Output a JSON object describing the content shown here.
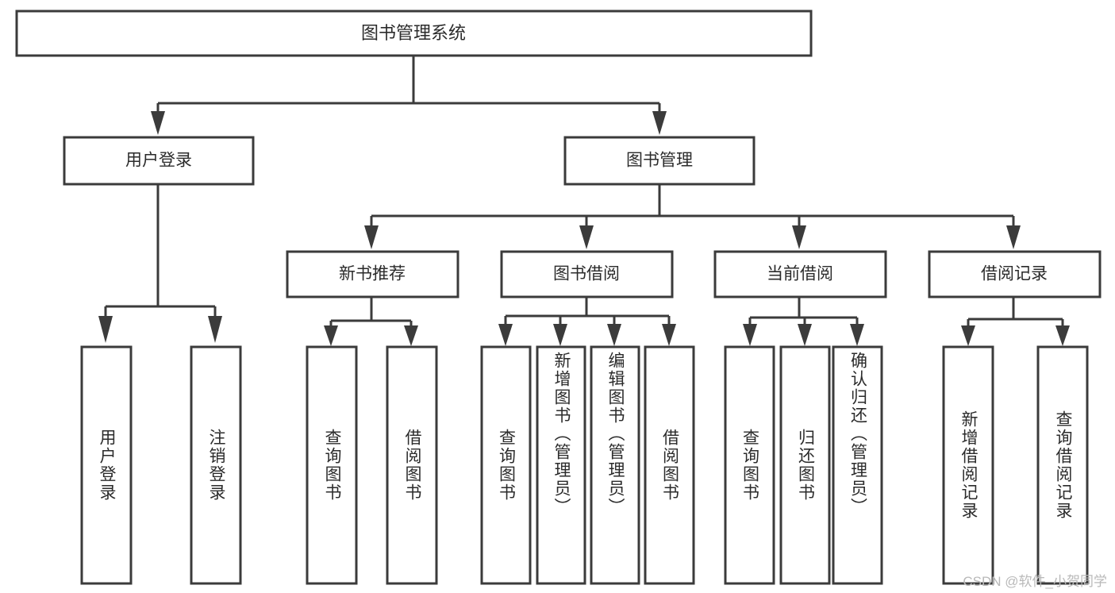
{
  "diagram": {
    "type": "tree-hierarchy",
    "title": "图书管理系统",
    "watermark": "CSDN @软件_小贺同学",
    "colors": {
      "stroke": "#3b3b3b",
      "box_fill": "#ffffff",
      "text": "#2b2b2b",
      "background": "#ffffff",
      "watermark": "#b9b9b9"
    },
    "root": {
      "label": "图书管理系统",
      "orientation": "horizontal"
    },
    "level2": [
      {
        "label": "用户登录",
        "orientation": "horizontal"
      },
      {
        "label": "图书管理",
        "orientation": "horizontal"
      }
    ],
    "level3": [
      {
        "label": "新书推荐",
        "orientation": "horizontal"
      },
      {
        "label": "图书借阅",
        "orientation": "horizontal"
      },
      {
        "label": "当前借阅",
        "orientation": "horizontal"
      },
      {
        "label": "借阅记录",
        "orientation": "horizontal"
      }
    ],
    "leaves": {
      "user_login": [
        {
          "label": "用户登录",
          "orientation": "vertical"
        },
        {
          "label": "注销登录",
          "orientation": "vertical"
        }
      ],
      "new_book_recommend": [
        {
          "label": "查询图书",
          "orientation": "vertical"
        },
        {
          "label": "借阅图书",
          "orientation": "vertical"
        }
      ],
      "book_borrow": [
        {
          "label": "查询图书",
          "orientation": "vertical"
        },
        {
          "label": "新增图书（管理员）",
          "orientation": "vertical"
        },
        {
          "label": "编辑图书（管理员）",
          "orientation": "vertical"
        },
        {
          "label": "借阅图书",
          "orientation": "vertical"
        }
      ],
      "current_borrow": [
        {
          "label": "查询图书",
          "orientation": "vertical"
        },
        {
          "label": "归还图书",
          "orientation": "vertical"
        },
        {
          "label": "确认归还（管理员）",
          "orientation": "vertical"
        }
      ],
      "borrow_records": [
        {
          "label": "新增借阅记录",
          "orientation": "vertical"
        },
        {
          "label": "查询借阅记录",
          "orientation": "vertical"
        }
      ]
    }
  }
}
